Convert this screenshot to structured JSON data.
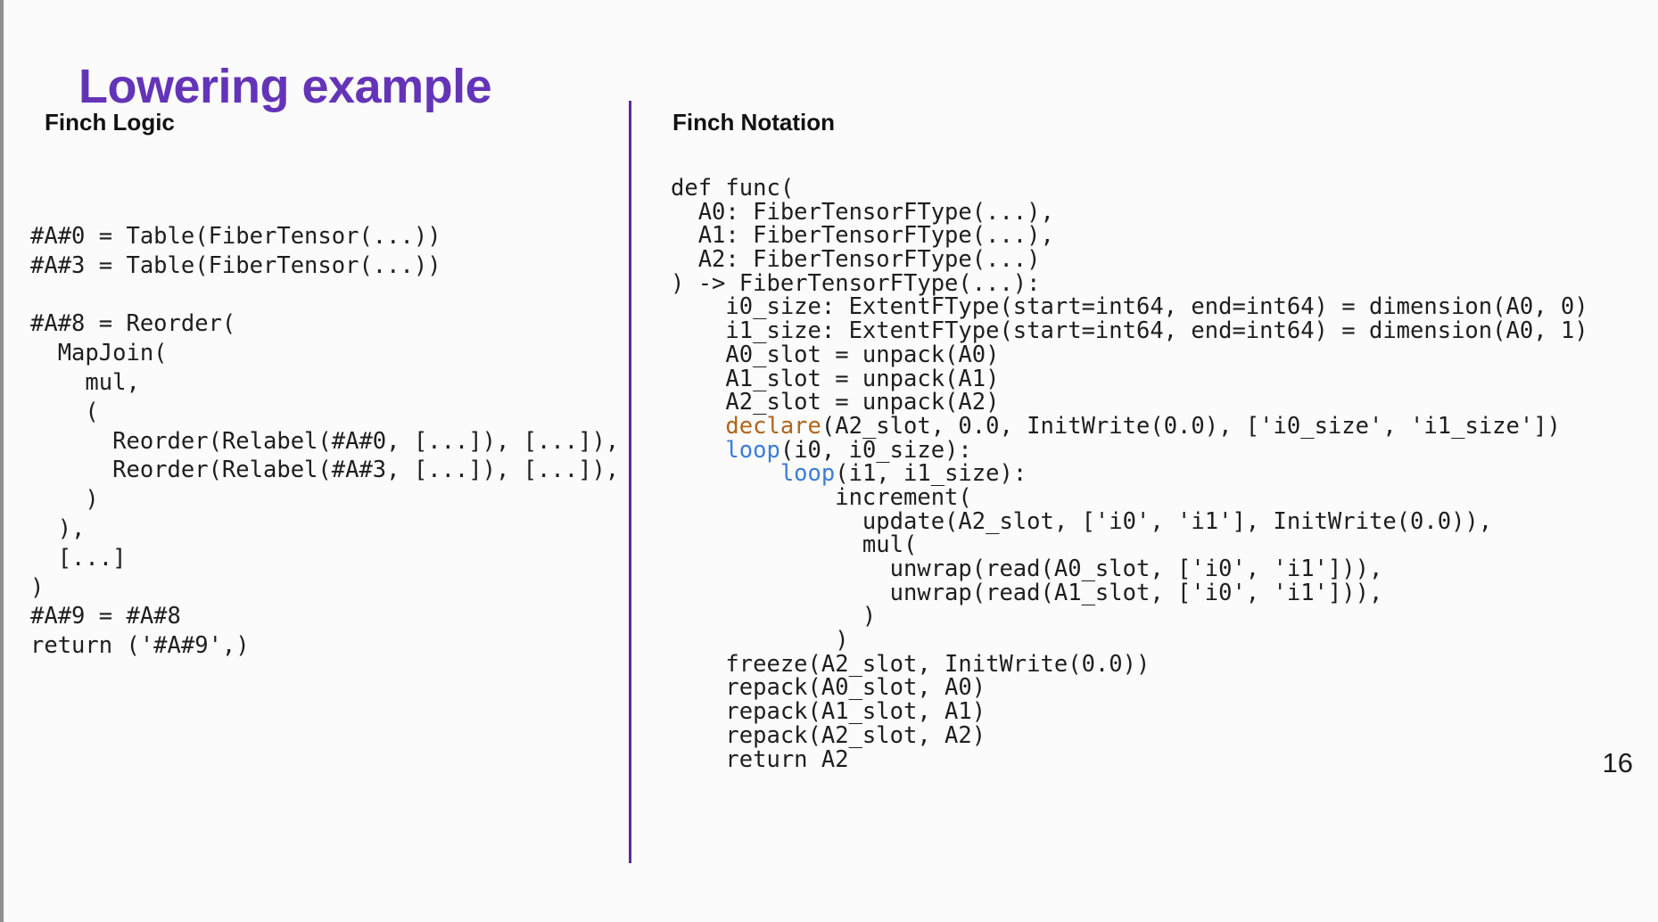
{
  "page": {
    "title": "Lowering example",
    "page_number": "16"
  },
  "colors": {
    "title": "#6434b8",
    "divider": "#5a2c93",
    "edge_bar": "#8f8f8f",
    "code_text": "#1e1e1e"
  },
  "syntax_keywords": [
    {
      "token": "declare",
      "color": "#b0661a"
    },
    {
      "token": "loop",
      "color": "#3b7cd8"
    }
  ],
  "left_panel": {
    "heading": "Finch Logic",
    "code_lines": [
      "#A#0 = Table(FiberTensor(...))",
      "#A#3 = Table(FiberTensor(...))",
      "",
      "#A#8 = Reorder(",
      "  MapJoin(",
      "    mul,",
      "    (",
      "      Reorder(Relabel(#A#0, [...]), [...]),",
      "      Reorder(Relabel(#A#3, [...]), [...]),",
      "    )",
      "  ),",
      "  [...]",
      ")",
      "#A#9 = #A#8",
      "return ('#A#9',)"
    ]
  },
  "right_panel": {
    "heading": "Finch Notation",
    "code_lines": [
      "def func(",
      "  A0: FiberTensorFType(...),",
      "  A1: FiberTensorFType(...),",
      "  A2: FiberTensorFType(...)",
      ") -> FiberTensorFType(...):",
      "    i0_size: ExtentFType(start=int64, end=int64) = dimension(A0, 0)",
      "    i1_size: ExtentFType(start=int64, end=int64) = dimension(A0, 1)",
      "    A0_slot = unpack(A0)",
      "    A1_slot = unpack(A1)",
      "    A2_slot = unpack(A2)",
      "    declare(A2_slot, 0.0, InitWrite(0.0), ['i0_size', 'i1_size'])",
      "    loop(i0, i0_size):",
      "        loop(i1, i1_size):",
      "            increment(",
      "              update(A2_slot, ['i0', 'i1'], InitWrite(0.0)),",
      "              mul(",
      "                unwrap(read(A0_slot, ['i0', 'i1'])),",
      "                unwrap(read(A1_slot, ['i0', 'i1'])),",
      "              )",
      "            )",
      "    freeze(A2_slot, InitWrite(0.0))",
      "    repack(A0_slot, A0)",
      "    repack(A1_slot, A1)",
      "    repack(A2_slot, A2)",
      "    return A2"
    ]
  }
}
